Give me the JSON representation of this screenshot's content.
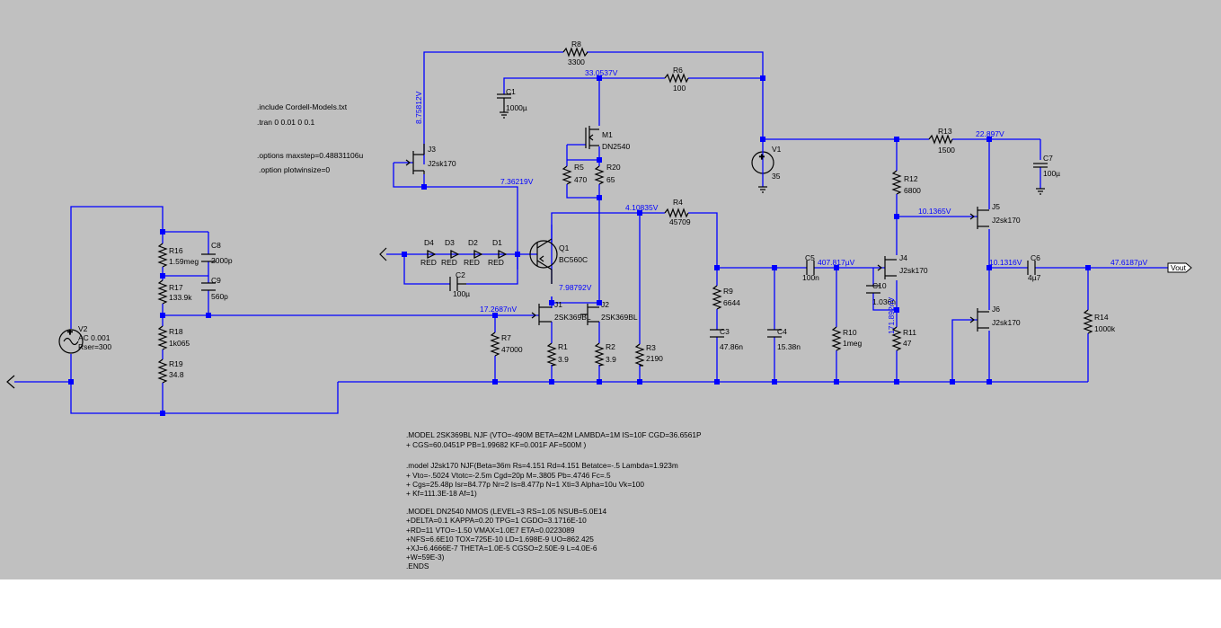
{
  "directives": [
    ".include Cordell-Models.txt",
    ".tran 0 0.01 0 0.1",
    ".options maxstep=0.48831106u",
    ".option plotwinsize=0"
  ],
  "components": {
    "R8": {
      "name": "R8",
      "value": "3300"
    },
    "R6": {
      "name": "R6",
      "value": "100"
    },
    "C1": {
      "name": "C1",
      "value": "1000µ"
    },
    "M1": {
      "name": "M1",
      "value": "DN2540"
    },
    "R5": {
      "name": "R5",
      "value": "470"
    },
    "R20": {
      "name": "R20",
      "value": "65"
    },
    "J3": {
      "name": "J3",
      "value": "J2sk170"
    },
    "V1": {
      "name": "V1",
      "value": "35"
    },
    "R13": {
      "name": "R13",
      "value": "1500"
    },
    "C7": {
      "name": "C7",
      "value": "100µ"
    },
    "R12": {
      "name": "R12",
      "value": "6800"
    },
    "J5": {
      "name": "J5",
      "value": "J2sk170"
    },
    "R4": {
      "name": "R4",
      "value": "45709"
    },
    "Q1": {
      "name": "Q1",
      "value": "BC560C"
    },
    "D1": {
      "name": "D1",
      "value": "RED"
    },
    "D2": {
      "name": "D2",
      "value": "RED"
    },
    "D3": {
      "name": "D3",
      "value": "RED"
    },
    "D4": {
      "name": "D4",
      "value": "RED"
    },
    "C2": {
      "name": "C2",
      "value": "100µ"
    },
    "C8": {
      "name": "C8",
      "value": "2000p"
    },
    "C9": {
      "name": "C9",
      "value": "560p"
    },
    "R16": {
      "name": "R16",
      "value": "1.59meg"
    },
    "R17": {
      "name": "R17",
      "value": "133.9k"
    },
    "R18": {
      "name": "R18",
      "value": "1k065"
    },
    "R19": {
      "name": "R19",
      "value": "34.8"
    },
    "V2": {
      "name": "V2",
      "value": "AC 0.001",
      "extra": "Rser=300"
    },
    "J1": {
      "name": "J1",
      "value": "2SK369BL"
    },
    "J2": {
      "name": "J2",
      "value": "2SK369BL"
    },
    "R7": {
      "name": "R7",
      "value": "47000"
    },
    "R1": {
      "name": "R1",
      "value": "3.9"
    },
    "R2": {
      "name": "R2",
      "value": "3.9"
    },
    "R3": {
      "name": "R3",
      "value": "2190"
    },
    "R9": {
      "name": "R9",
      "value": "6644"
    },
    "C3": {
      "name": "C3",
      "value": "47.86n"
    },
    "C4": {
      "name": "C4",
      "value": "15.38n"
    },
    "C5": {
      "name": "C5",
      "value": "100n"
    },
    "R10": {
      "name": "R10",
      "value": "1meg"
    },
    "J4": {
      "name": "J4",
      "value": "J2sk170"
    },
    "C10": {
      "name": "C10",
      "value": "1.036n"
    },
    "R11": {
      "name": "R11",
      "value": "47"
    },
    "J6": {
      "name": "J6",
      "value": "J2sk170"
    },
    "C6": {
      "name": "C6",
      "value": "4µ7"
    },
    "R14": {
      "name": "R14",
      "value": "1000k"
    }
  },
  "net_labels": {
    "n1": "8.75812V",
    "n2": "33.0537V",
    "n3": "7.36219V",
    "n4": "4.10835V",
    "n5": "22.897V",
    "n6": "10.1365V",
    "n7": "407.817µV",
    "n8": "10.1316V",
    "n9": "47.6187pV",
    "n10": "7.98792V",
    "n11": "17.2687nV",
    "n12": "171.892nV"
  },
  "output_port": "Vout",
  "models": [
    ".MODEL 2SK369BL NJF (VTO=-490M BETA=42M LAMBDA=1M IS=10F CGD=36.6561P",
    "+ CGS=60.0451P PB=1.99682 KF=0.001F AF=500M )",
    "",
    ".model J2sk170 NJF(Beta=36m Rs=4.151 Rd=4.151 Betatce=-.5 Lambda=1.923m",
    "+ Vto=-.5024 Vtotc=-2.5m Cgd=20p M=.3805 Pb=.4746 Fc=.5",
    "+ Cgs=25.48p Isr=84.77p Nr=2 Is=8.477p N=1 Xti=3 Alpha=10u Vk=100",
    "+ Kf=111.3E-18 Af=1)",
    "",
    ".MODEL DN2540 NMOS (LEVEL=3 RS=1.05 NSUB=5.0E14",
    "+DELTA=0.1 KAPPA=0.20 TPG=1 CGDO=3.1716E-10",
    "+RD=11 VTO=-1.50 VMAX=1.0E7 ETA=0.0223089",
    "+NFS=6.6E10 TOX=725E-10 LD=1.698E-9 UO=862.425",
    "+XJ=6.4666E-7 THETA=1.0E-5 CGSO=2.50E-9 L=4.0E-6",
    "+W=59E-3)",
    ".ENDS"
  ],
  "colors": {
    "canvas_background": "#c0c0c0",
    "wire": "#0000ff",
    "component": "#000000",
    "net_label": "#0000ff"
  }
}
